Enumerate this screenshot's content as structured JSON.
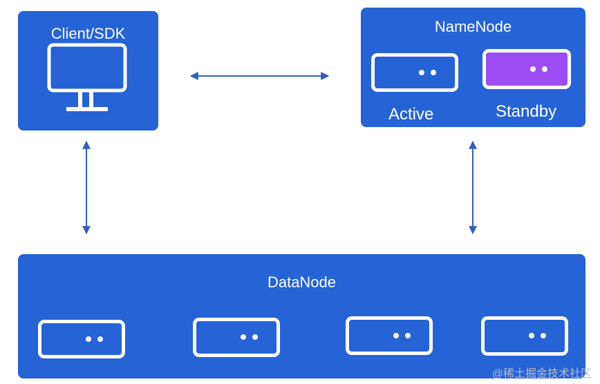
{
  "client": {
    "title": "Client/SDK",
    "icon": "monitor-icon"
  },
  "namenode": {
    "title": "NameNode",
    "active_label": "Active",
    "standby_label": "Standby"
  },
  "datanode": {
    "title": "DataNode",
    "server_count": 4
  },
  "watermark": "@稀土掘金技术社区",
  "colors": {
    "box_fill": "#2563d6",
    "arrow": "#2f5fbf",
    "standby_fill": "#9b4cf2",
    "text": "#ffffff"
  }
}
